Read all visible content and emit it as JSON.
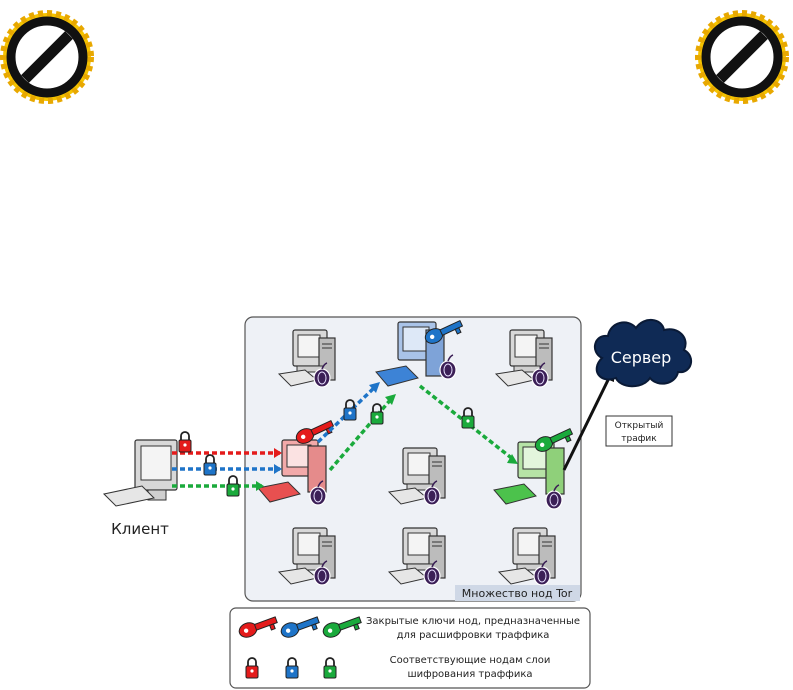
{
  "badges": [
    {
      "icon": "no-entry-badge-icon",
      "color": "#f5c400"
    },
    {
      "icon": "no-entry-badge-icon",
      "color": "#f5c400"
    }
  ],
  "client": {
    "label": "Клиент",
    "icon": "client-computer-icon"
  },
  "server": {
    "label": "Сервер",
    "icon": "server-cloud-icon"
  },
  "open_traffic": {
    "line1": "Открытый",
    "line2": "трафик"
  },
  "tor_network": {
    "label": "Множество нод Tor"
  },
  "legend": {
    "keys_line1": "Закрытые ключи нод, предназначенные",
    "keys_line2": "для расшифровки траффика",
    "locks_line1": "Соответствующие нодам слои",
    "locks_line2": "шифрования траффика"
  },
  "colors": {
    "red": "#e41b1b",
    "blue": "#1e74c8",
    "green": "#1aaa3c",
    "badge": "#f5c400"
  }
}
